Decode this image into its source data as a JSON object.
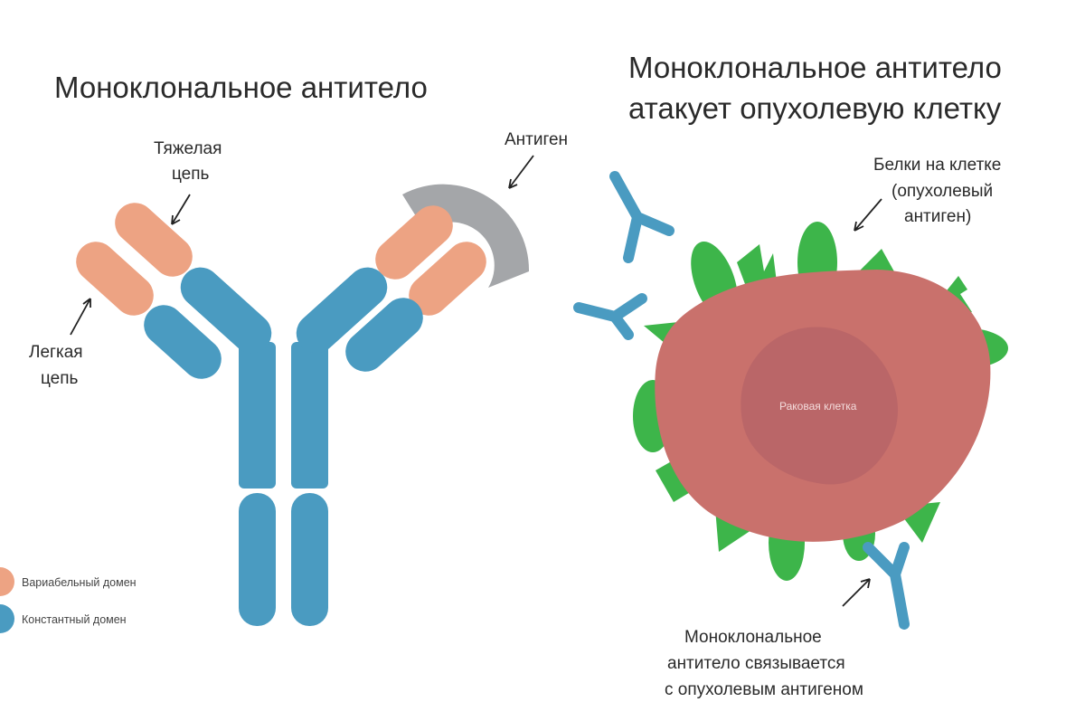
{
  "left_panel": {
    "title": "Моноклональное антитело",
    "labels": {
      "heavy_chain": [
        "Тяжелая",
        "цепь"
      ],
      "light_chain": [
        "Легкая",
        "цепь"
      ],
      "antigen": "Антиген"
    },
    "legend": [
      {
        "label": "Вариабельный домен",
        "color": "#eda383"
      },
      {
        "label": "Константный домен",
        "color": "#4a9bc1"
      }
    ]
  },
  "right_panel": {
    "title": [
      "Моноклональное антитело",
      "атакует опухолевую клетку"
    ],
    "labels": {
      "cell_proteins": [
        "Белки на клетке",
        "(опухолевый",
        "антиген)"
      ],
      "cancer_cell": "Раковая клетка",
      "binding": [
        "Моноклональное",
        "антитело связывается",
        "с опухолевым антигеном"
      ]
    }
  },
  "colors": {
    "variable": "#eda383",
    "constant": "#4a9bc1",
    "antigen": "#a4a6a9",
    "protein": "#3db54a",
    "cell": "#c9716c",
    "nucleus": "#ba6668"
  }
}
